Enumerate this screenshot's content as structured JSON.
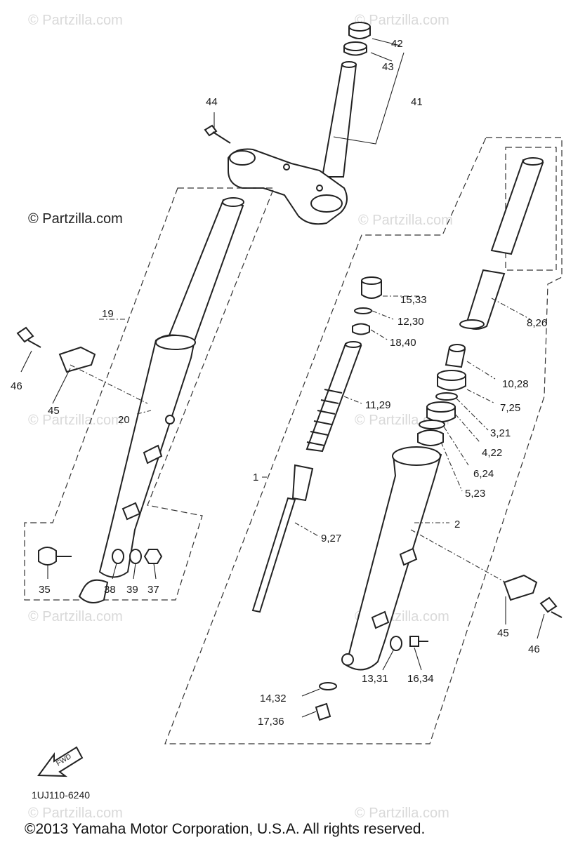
{
  "watermark": {
    "text": "© Partzilla.com"
  },
  "diagram_code": "1UJ110-6240",
  "copyright": "©2013 Yamaha Motor Corporation, U.S.A. All rights reserved.",
  "fwd_label": "FWD",
  "callouts": {
    "c42": "42",
    "c43": "43",
    "c41": "41",
    "c44": "44",
    "c19": "19",
    "c46a": "46",
    "c45a": "45",
    "c20": "20",
    "c35": "35",
    "c38": "38",
    "c39": "39",
    "c37": "37",
    "c1": "1",
    "c2": "2",
    "c15_33": "15,33",
    "c12_30": "12,30",
    "c18_40": "18,40",
    "c11_29": "11,29",
    "c9_27": "9,27",
    "c8_26": "8,26",
    "c10_28": "10,28",
    "c7_25": "7,25",
    "c3_21": "3,21",
    "c4_22": "4,22",
    "c6_24": "6,24",
    "c5_23": "5,23",
    "c45b": "45",
    "c46b": "46",
    "c13_31": "13,31",
    "c16_34": "16,34",
    "c14_32": "14,32",
    "c17_36": "17,36"
  }
}
